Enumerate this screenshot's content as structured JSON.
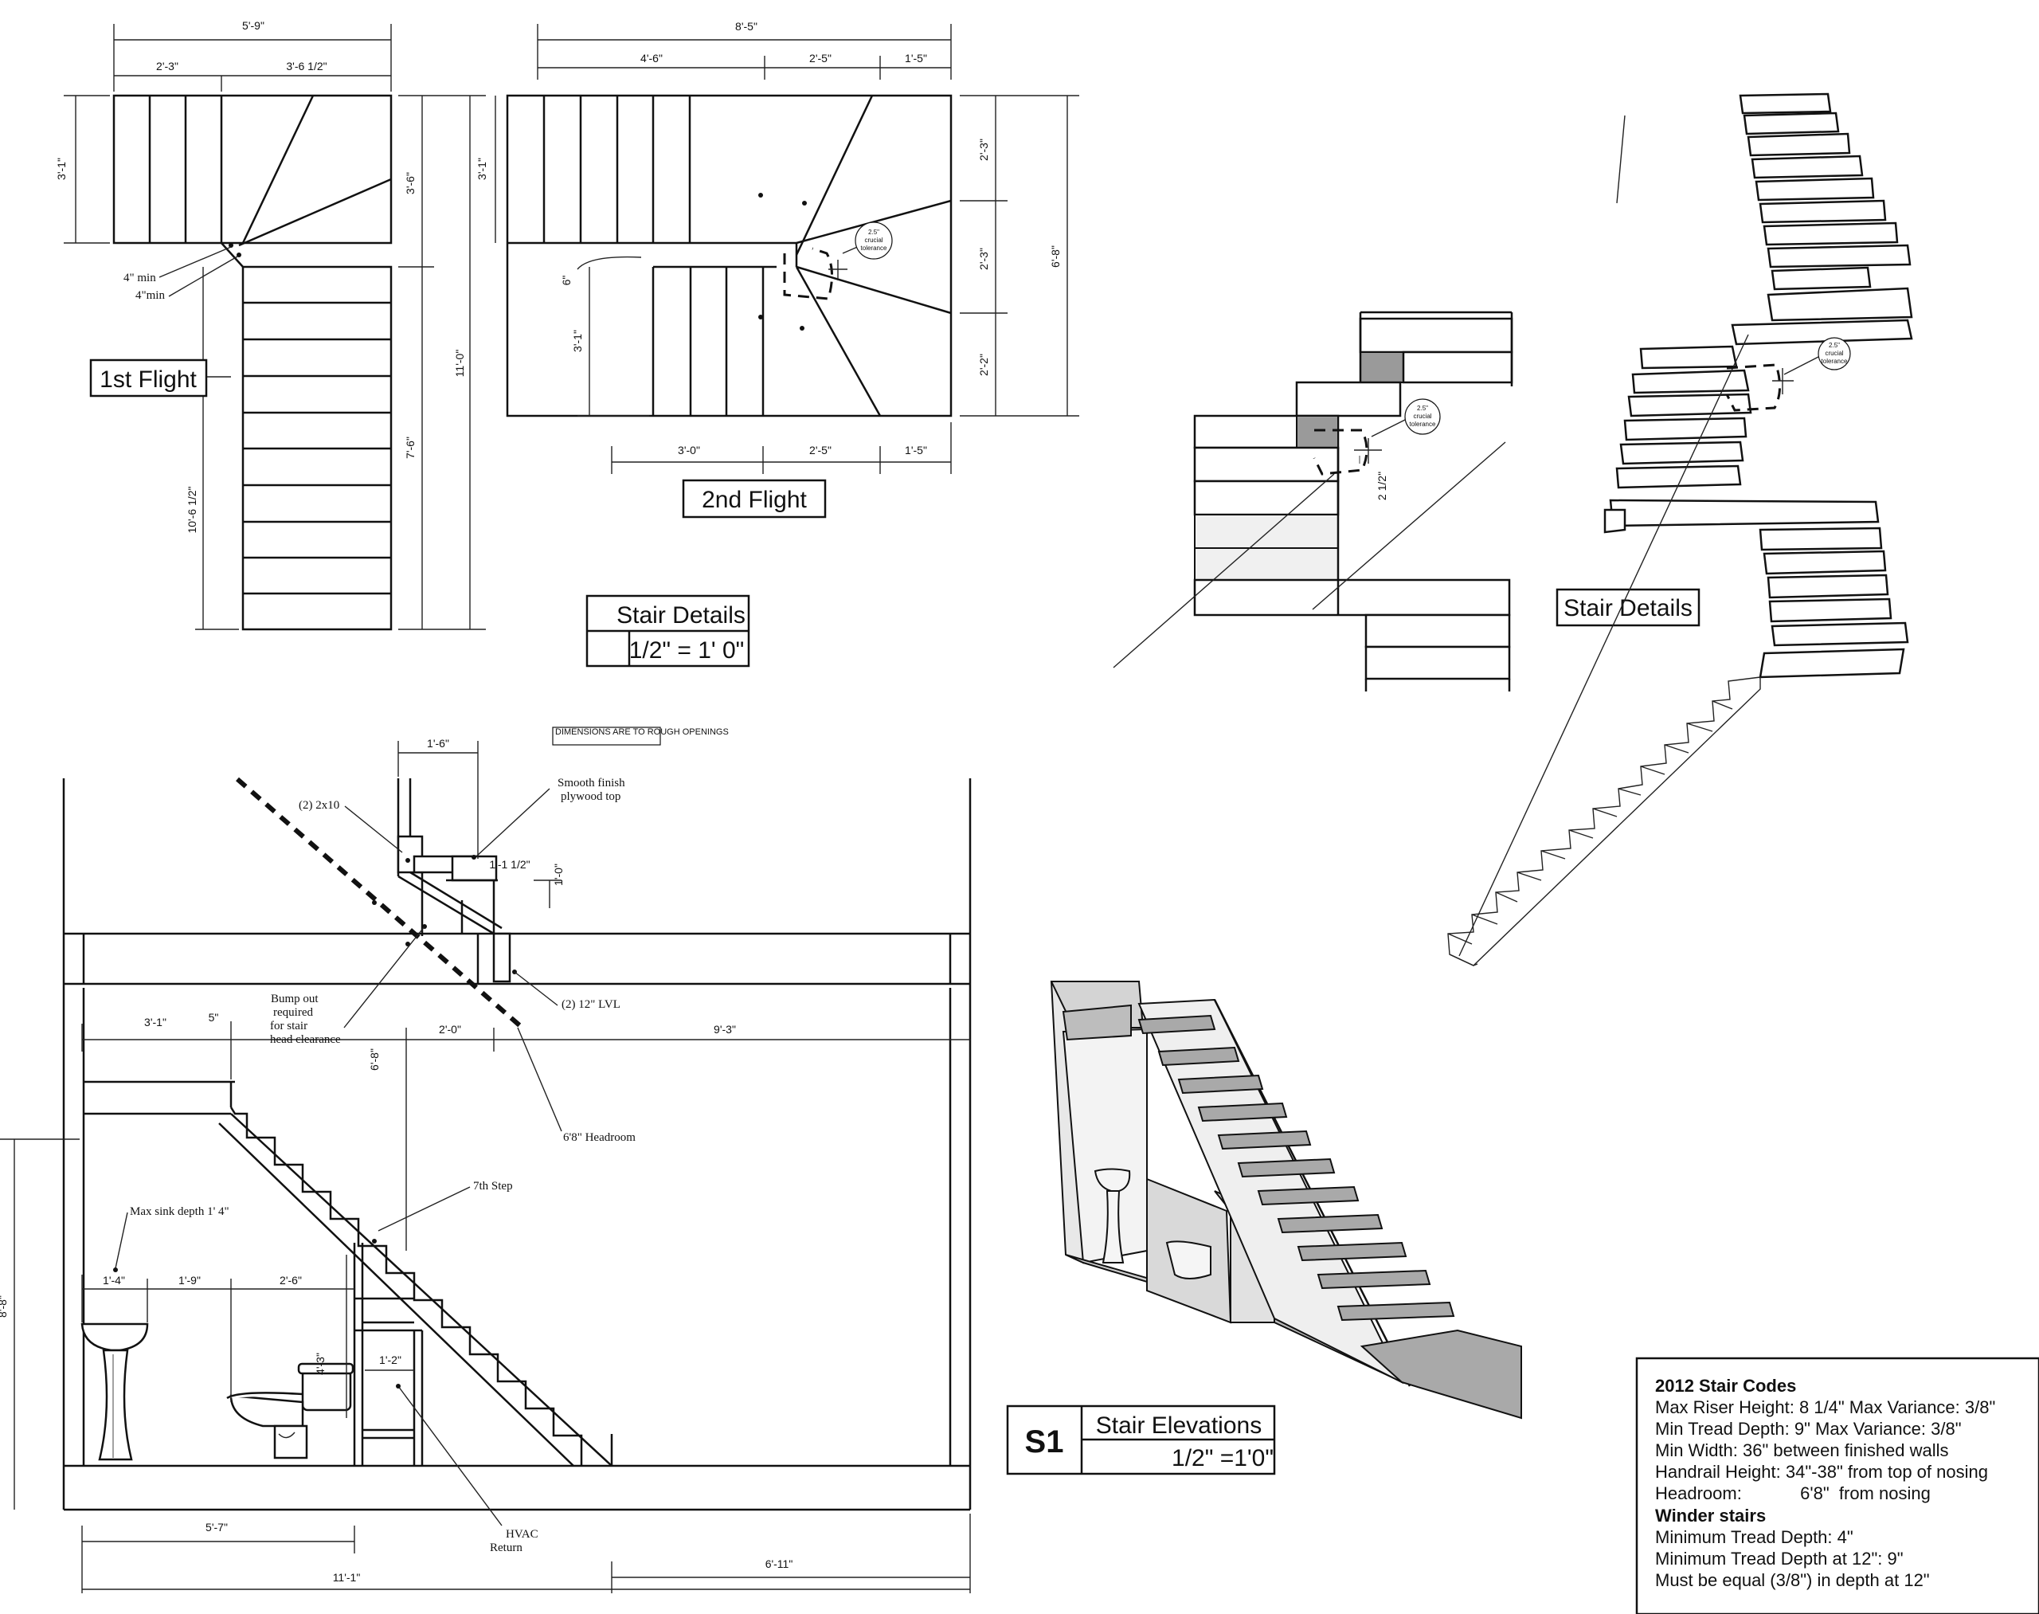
{
  "plan1": {
    "title": "1st Flight",
    "dims": {
      "overall_w": "5'-9\"",
      "left_w": "2'-3\"",
      "right_w": "3'-6 1/2\"",
      "top_h": "3'-1\"",
      "upper_h": "3'-6\"",
      "lower_h": "7'-6\"",
      "total_h": "11'-0\"",
      "run": "10'-6 1/2\""
    },
    "notes": {
      "min1": "4\" min",
      "min2": "4\"min"
    }
  },
  "plan2": {
    "title": "2nd   Flight",
    "dims": {
      "overall_w": "8'-5\"",
      "top_a": "4'-6\"",
      "top_b": "2'-5\"",
      "top_c": "1'-5\"",
      "bot_a": "3'-0\"",
      "bot_b": "2'-5\"",
      "bot_c": "1'-5\"",
      "left_top": "3'-1\"",
      "left_six": "6\"",
      "left_bot": "3'-1\"",
      "right_a": "2'-3\"",
      "right_b": "2'-3\"",
      "right_c": "2'-2\"",
      "right_total": "6'-8\""
    },
    "bubble": [
      "2.5\"",
      "crucial",
      "tolerance"
    ]
  },
  "stair_details_box": {
    "title": "Stair Details",
    "scale": "1/2\" = 1' 0\""
  },
  "winder": {
    "dim": "2 1/2\"",
    "bubble": [
      "2.5\"",
      "crucial",
      "tolerance"
    ],
    "label": "Stair Details"
  },
  "iso": {
    "bubble": [
      "2.5\"",
      "crucial",
      "tolerance"
    ]
  },
  "section": {
    "dims": {
      "top_w": "1'-6\"",
      "riser": "1'-1 1/2\"",
      "one_foot": "1'-0\"",
      "left_run": "3'-1\"",
      "five": "5\"",
      "head": "6'-8\"",
      "bump_w": "2'-0\"",
      "right_run": "9'-3\"",
      "d1": "1'-4\"",
      "d2": "1'-9\"",
      "d3": "2'-6\"",
      "toilet_h": "4'-3\"",
      "cabinet": "1'-2\"",
      "bath": "5'-7\"",
      "stair_base": "6'-11\"",
      "overall": "11'-1\"",
      "left_h": "8'-8\""
    },
    "notes": {
      "dim_note": "DIMENSIONS ARE TO ROUGH OPENINGS",
      "plywood1": "Smooth finish",
      "plywood2": "plywood top",
      "twoby": "(2) 2x10",
      "lvl": "(2) 12\" LVL",
      "bump1": "Bump out",
      "bump2": "required",
      "bump3": "for stair",
      "bump4": "head clearance",
      "headroom": "6'8\" Headroom",
      "step7": "7th Step",
      "sink": "Max sink depth 1' 4\"",
      "hvac1": "HVAC",
      "hvac2": "Return"
    }
  },
  "elev_box": {
    "code": "S1",
    "title": "Stair Elevations",
    "scale": "1/2\" =1'0\""
  },
  "codes": {
    "heading": "2012 Stair Codes",
    "lines": [
      "Max Riser Height: 8 1/4\"  Max Variance: 3/8\"",
      "Min Tread Depth:  9\"     Max Variance: 3/8\"",
      "Min Width: 36\" between finished walls",
      "Handrail Height: 34\"-38\" from top of nosing",
      "Headroom:            6'8\"  from nosing"
    ],
    "winder_heading": "Winder stairs",
    "winder_lines": [
      "Minimum Tread Depth: 4\"",
      "Minimum Tread Depth at 12\": 9\"",
      "Must be equal (3/8\") in depth at 12\""
    ]
  }
}
